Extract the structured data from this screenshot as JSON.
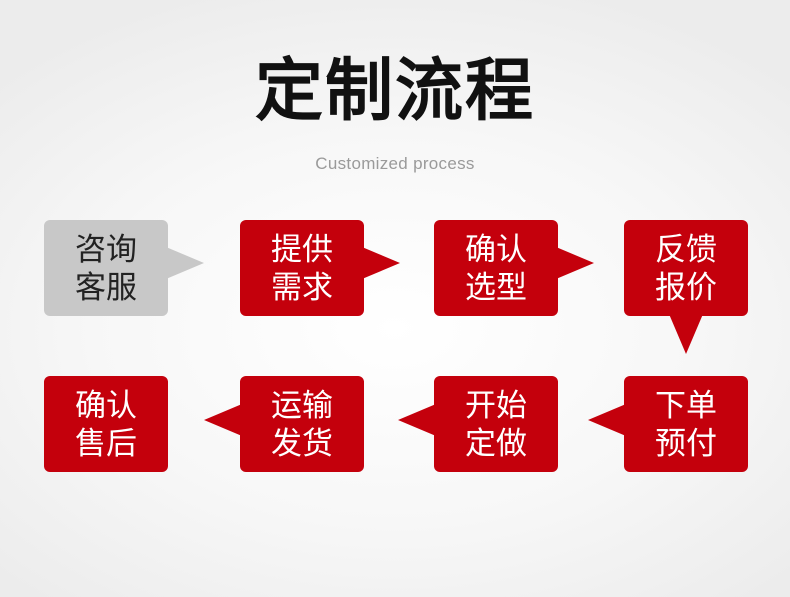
{
  "header": {
    "title": "定制流程",
    "subtitle": "Customized process"
  },
  "steps": [
    {
      "line1": "咨询",
      "line2": "客服"
    },
    {
      "line1": "提供",
      "line2": "需求"
    },
    {
      "line1": "确认",
      "line2": "选型"
    },
    {
      "line1": "反馈",
      "line2": "报价"
    },
    {
      "line1": "下单",
      "line2": "预付"
    },
    {
      "line1": "开始",
      "line2": "定做"
    },
    {
      "line1": "运输",
      "line2": "发货"
    },
    {
      "line1": "确认",
      "line2": "售后"
    }
  ],
  "colors": {
    "accent": "#c4000c",
    "first_step": "#c8c8c8",
    "title": "#111111",
    "subtitle": "#9a9a9a"
  }
}
